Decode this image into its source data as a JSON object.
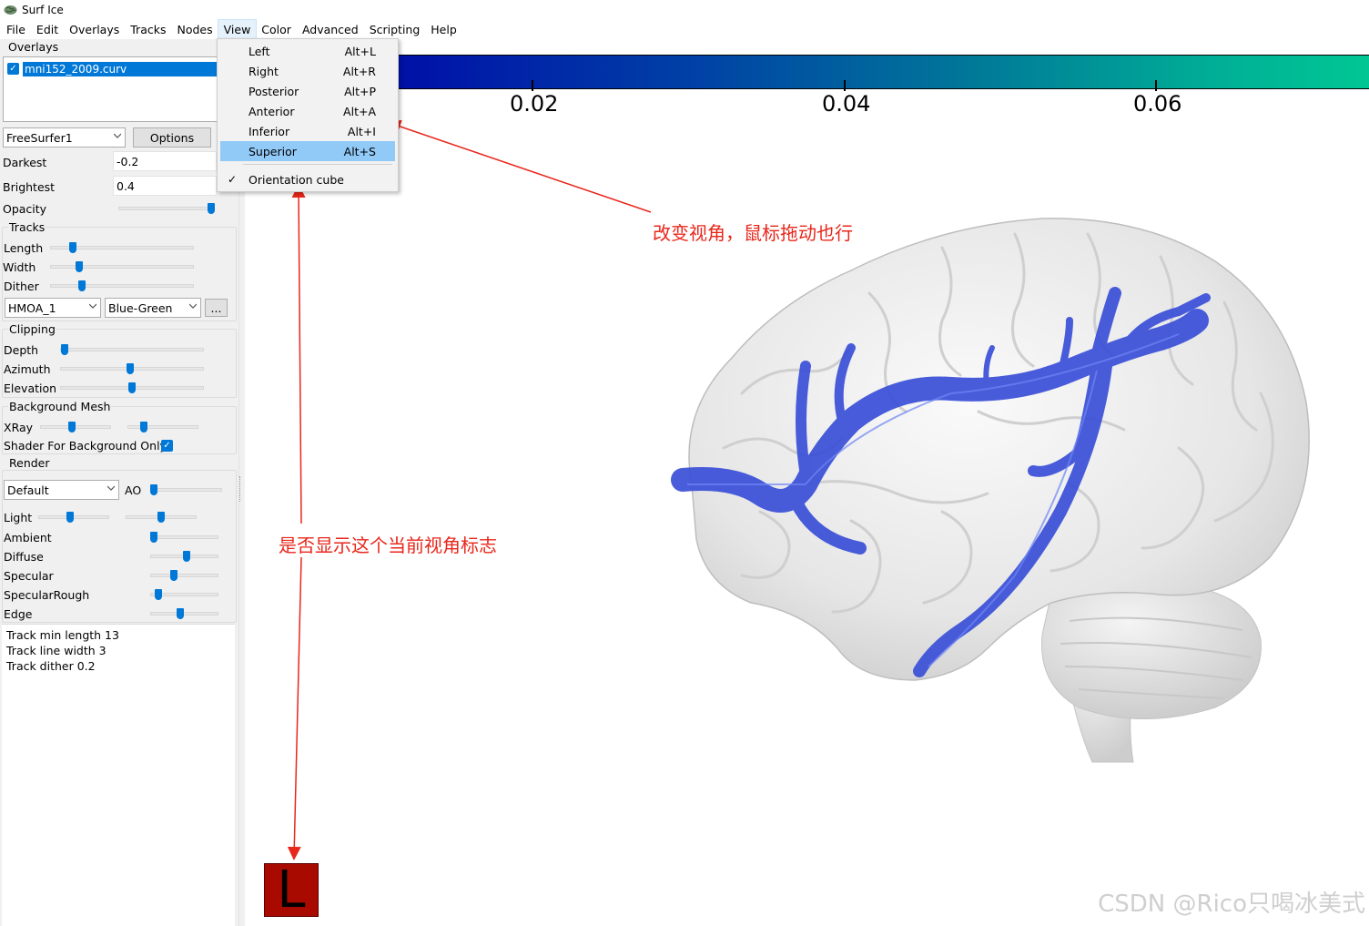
{
  "window": {
    "title": "Surf Ice",
    "icon": "brain-icon"
  },
  "menubar": {
    "items": [
      "File",
      "Edit",
      "Overlays",
      "Tracks",
      "Nodes",
      "View",
      "Color",
      "Advanced",
      "Scripting",
      "Help"
    ]
  },
  "overlays": {
    "group_label": "Overlays",
    "items": [
      {
        "name": "mni152_2009.curv",
        "checked": true
      }
    ],
    "colormap": "FreeSurfer1",
    "options_label": "Options",
    "darkest_label": "Darkest",
    "darkest_value": "-0.2",
    "brightest_label": "Brightest",
    "brightest_value": "0.4",
    "opacity_label": "Opacity",
    "opacity_level": 0.98
  },
  "tracks": {
    "group_label": "Tracks",
    "length_label": "Length",
    "length_level": 0.16,
    "width_label": "Width",
    "width_level": 0.2,
    "dither_label": "Dither",
    "dither_level": 0.22,
    "atlas": "HMOA_1",
    "color_scheme": "Blue-Green",
    "more_label": "..."
  },
  "clipping": {
    "group_label": "Clipping",
    "depth_label": "Depth",
    "depth_level": 0.03,
    "azimuth_label": "Azimuth",
    "azimuth_level": 0.49,
    "elevation_label": "Elevation",
    "elevation_level": 0.5
  },
  "background_mesh": {
    "group_label": "Background Mesh",
    "xray_label": "XRay",
    "xray_level_1": 0.45,
    "xray_level_2": 0.23,
    "shader_label": "Shader For Background Only",
    "shader_checked": true
  },
  "render": {
    "group_label": "Render",
    "shader": "Default",
    "ao_label": "AO",
    "ao_level": 0.04,
    "light_label": "Light",
    "light_level_1": 0.45,
    "light_level_2": 0.5,
    "ambient_label": "Ambient",
    "ambient_level": 0.05,
    "diffuse_label": "Diffuse",
    "diffuse_level": 0.53,
    "specular_label": "Specular",
    "specular_level": 0.35,
    "specular_rough_label": "SpecularRough",
    "specular_rough_level": 0.12,
    "edge_label": "Edge",
    "edge_level": 0.44
  },
  "info": {
    "lines": [
      "Track min length 13",
      "Track line width 3",
      "Track dither 0.2"
    ]
  },
  "view_menu": {
    "items": [
      {
        "label": "Left",
        "shortcut": "Alt+L"
      },
      {
        "label": "Right",
        "shortcut": "Alt+R"
      },
      {
        "label": "Posterior",
        "shortcut": "Alt+P"
      },
      {
        "label": "Anterior",
        "shortcut": "Alt+A"
      },
      {
        "label": "Inferior",
        "shortcut": "Alt+I"
      },
      {
        "label": "Superior",
        "shortcut": "Alt+S",
        "highlighted": true
      }
    ],
    "orientation_cube_label": "Orientation cube",
    "orientation_cube_checked": true
  },
  "colorbar": {
    "tick_labels": [
      "0.02",
      "0.04",
      "0.06"
    ],
    "color_start": "#0010a8",
    "color_end": "#00c794"
  },
  "orientation_cube": {
    "letter": "L",
    "color": "#a80a00"
  },
  "annotations": {
    "view_note": "改变视角，鼠标拖动也行",
    "cube_note": "是否显示这个当前视角标志",
    "color": "#e8271b"
  },
  "watermark": "CSDN @Rico只喝冰美式"
}
